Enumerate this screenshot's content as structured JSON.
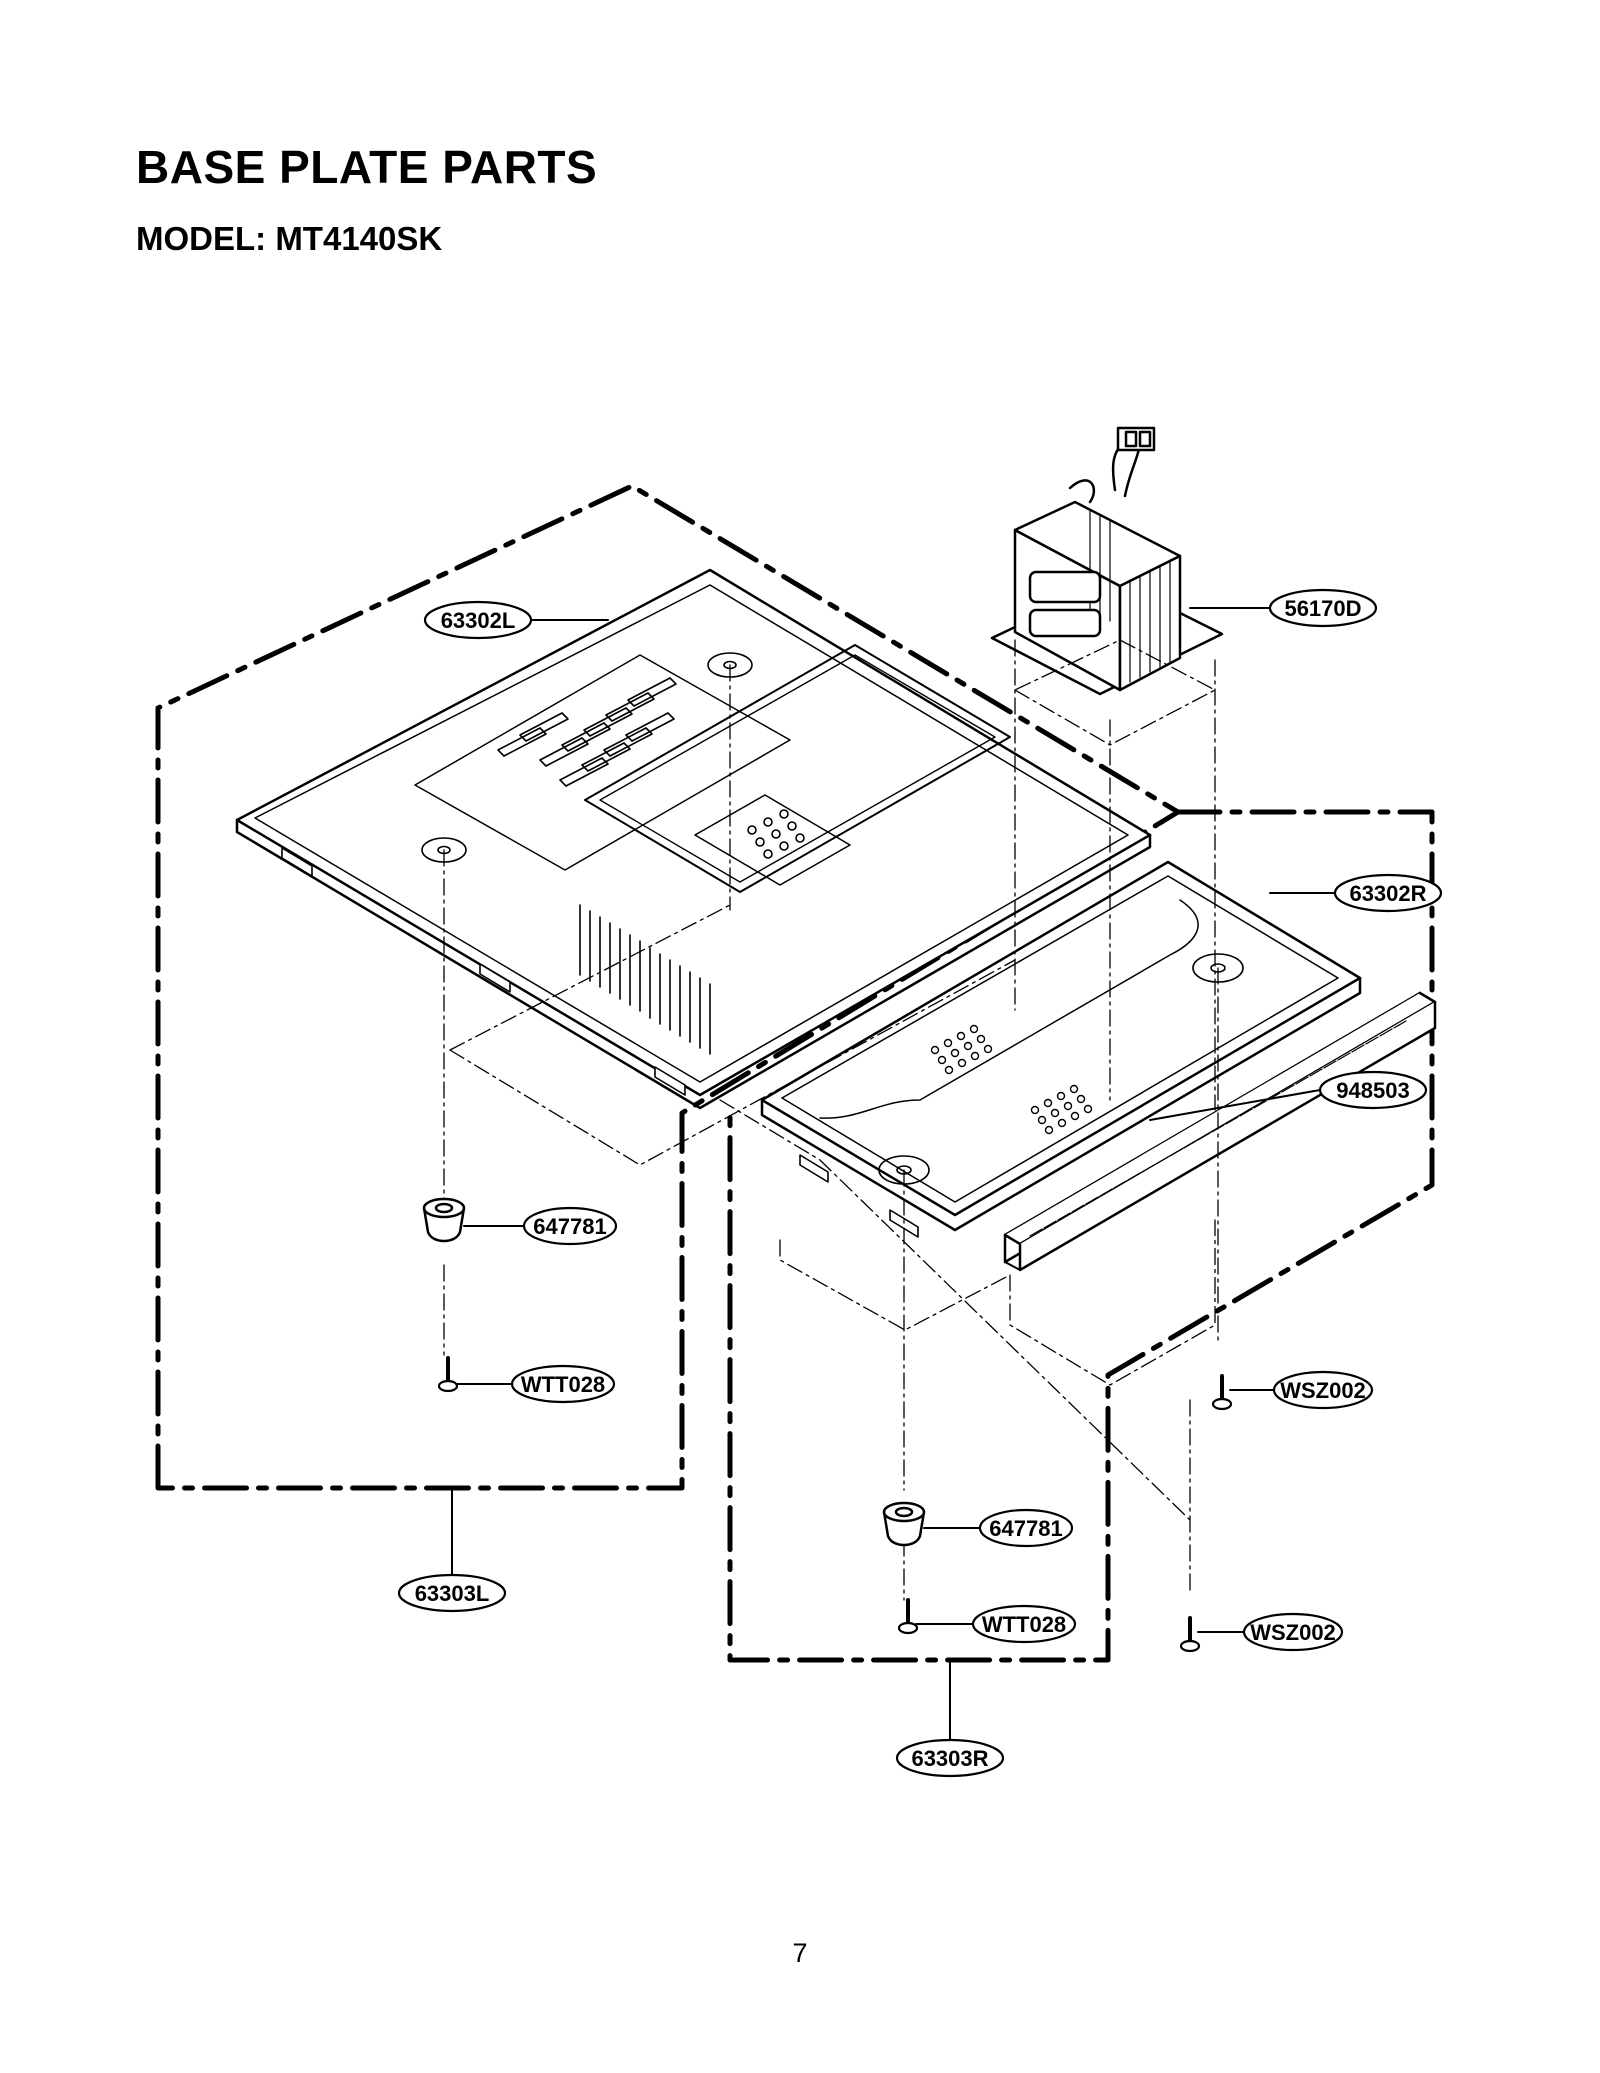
{
  "page": {
    "title": "BASE PLATE PARTS",
    "subtitle": "MODEL: MT4140SK",
    "page_number": "7"
  },
  "callouts": {
    "c63302L": "63302L",
    "c56170D": "56170D",
    "c63302R": "63302R",
    "c948503": "948503",
    "c647781_left": "647781",
    "cWTT028_left": "WTT028",
    "cWSZ002_upper": "WSZ002",
    "c63303L": "63303L",
    "c647781_right": "647781",
    "cWTT028_right": "WTT028",
    "cWSZ002_lower": "WSZ002",
    "c63303R": "63303R"
  }
}
